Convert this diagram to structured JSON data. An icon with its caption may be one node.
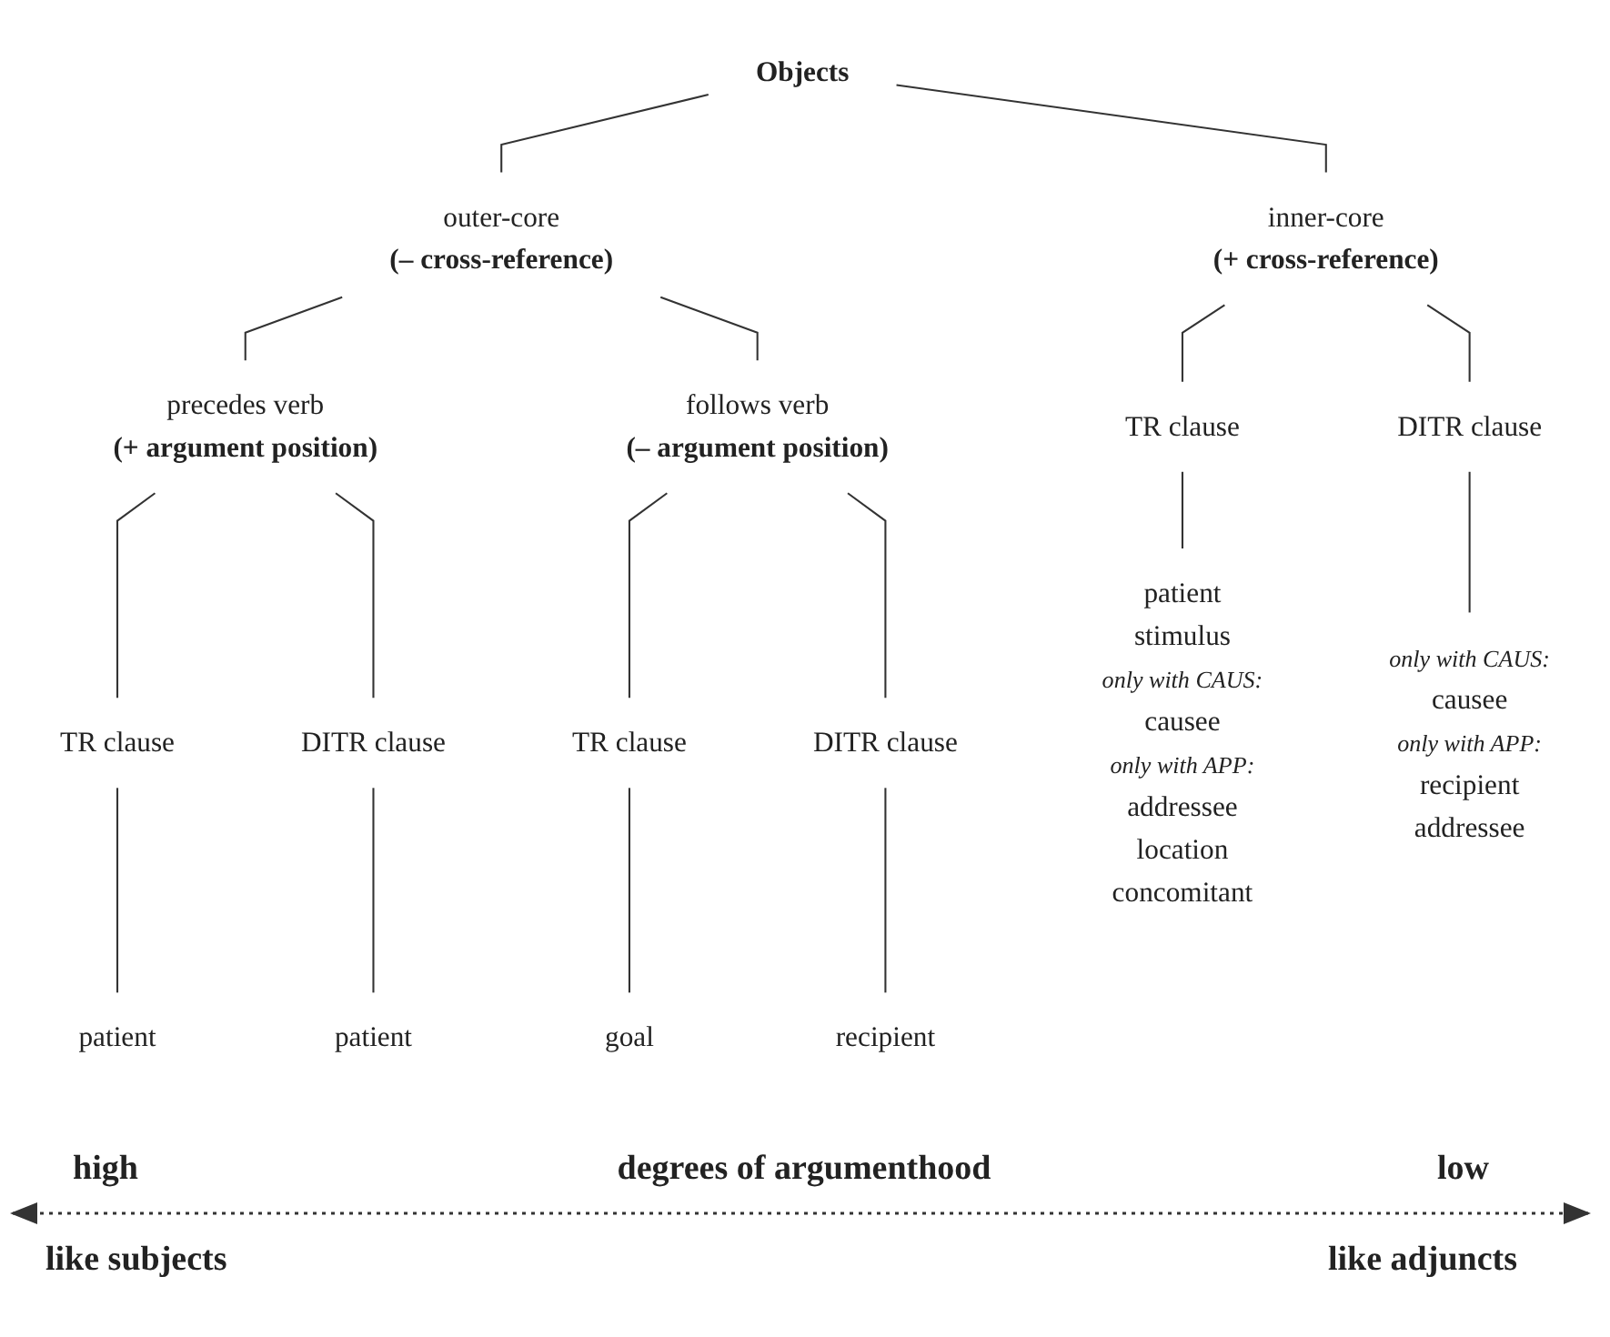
{
  "diagram": {
    "nodes": [
      {
        "text": [
          "Objects"
        ]
      },
      {
        "text": [
          "inner-core",
          "(+ cross-reference)"
        ]
      },
      {
        "text": [
          "outer-core",
          "(– cross-reference)"
        ]
      },
      {
        "text": [
          "TR clause"
        ]
      },
      {
        "text": [
          "DITR clause"
        ]
      },
      {
        "text": [
          "precedes verb",
          "(+ argument position)"
        ]
      },
      {
        "text": [
          "follows verb",
          "(– argument position)"
        ]
      },
      {
        "text": [
          "TR clause"
        ]
      },
      {
        "text": [
          "DITR clause"
        ]
      },
      {
        "text": [
          "TR clause"
        ]
      },
      {
        "text": [
          "DITR clause"
        ]
      },
      {
        "text": [
          "patient",
          "stimulus",
          "only with CAUS:",
          "causee",
          "only with APP:",
          "addressee",
          "location",
          "concomitant"
        ]
      },
      {
        "text": [
          "only with CAUS:",
          "causee",
          "only with APP:",
          "recipient",
          "addressee"
        ]
      },
      {
        "text": [
          "patient"
        ]
      },
      {
        "text": [
          "patient"
        ]
      },
      {
        "text": [
          "goal"
        ]
      },
      {
        "text": [
          "recipient"
        ]
      }
    ],
    "edges": [
      {
        "from": 0,
        "to": 1,
        "arrow": "none"
      },
      {
        "from": 0,
        "to": 2,
        "arrow": "none"
      },
      {
        "from": 1,
        "to": 3,
        "arrow": "none"
      },
      {
        "from": 1,
        "to": 4,
        "arrow": "none"
      },
      {
        "from": 2,
        "to": 5,
        "arrow": "none"
      },
      {
        "from": 2,
        "to": 6,
        "arrow": "none"
      },
      {
        "from": 5,
        "to": 7,
        "arrow": "none"
      },
      {
        "from": 5,
        "to": 8,
        "arrow": "none"
      },
      {
        "from": 6,
        "to": 9,
        "arrow": "none"
      },
      {
        "from": 6,
        "to": 10,
        "arrow": "none"
      },
      {
        "from": 3,
        "to": 11,
        "arrow": "none"
      },
      {
        "from": 4,
        "to": 12,
        "arrow": "none"
      },
      {
        "from": 7,
        "to": 13,
        "arrow": "none"
      },
      {
        "from": 8,
        "to": 14,
        "arrow": "none"
      },
      {
        "from": 9,
        "to": 15,
        "arrow": "none"
      },
      {
        "from": 10,
        "to": 16,
        "arrow": "none"
      }
    ],
    "labels": [
      "high",
      "degrees of argumenthood",
      "low",
      "like subjects",
      "like adjuncts"
    ]
  }
}
